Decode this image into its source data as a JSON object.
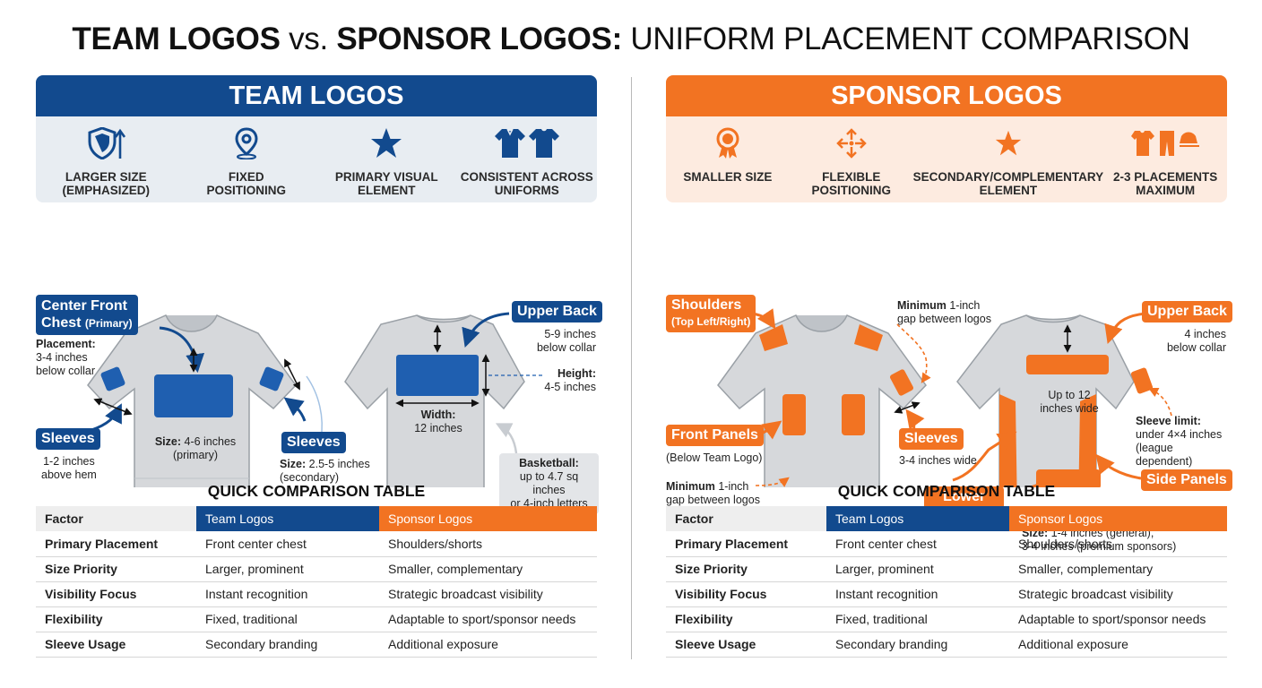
{
  "title": {
    "part1": "TEAM LOGOS",
    "part2": " vs. ",
    "part3": "SPONSOR LOGOS:",
    "part4": " UNIFORM PLACEMENT COMPARISON"
  },
  "colors": {
    "team": "#124a8e",
    "sponsor": "#f27322",
    "jersey": "#d6d8db"
  },
  "team": {
    "banner": "TEAM LOGOS",
    "features": [
      {
        "icon": "shield-arrow-icon",
        "label": "LARGER SIZE\n(EMPHASIZED)"
      },
      {
        "icon": "map-pin-icon",
        "label": "FIXED\nPOSITIONING"
      },
      {
        "icon": "star-icon",
        "label": "PRIMARY VISUAL\nELEMENT"
      },
      {
        "icon": "jerseys-icon",
        "label": "CONSISTENT ACROSS\nUNIFORMS"
      }
    ],
    "labels": {
      "chest": "Center Front",
      "chest2": "Chest",
      "chest_primary": "(Primary)",
      "placement_title": "Placement:",
      "placement_text": "3-4 inches\nbelow collar",
      "sleeves_left": "Sleeves",
      "sleeves_left_note": "1-2 inches\nabove hem",
      "size_title": "Size:",
      "size_text": " 4-6 inches\n(primary)",
      "sleeves_right": "Sleeves",
      "sleeves_size_title": "Size:",
      "sleeves_size_text": " 2.5-5 inches\n(secondary)",
      "upper_back": "Upper Back",
      "upper_back_note": "5-9 inches\nbelow collar",
      "height_title": "Height:",
      "height_text": "4-5 inches",
      "width_title": "Width:",
      "width_text": "12 inches",
      "basketball_title": "Basketball:",
      "basketball_text": "up to 4.7 sq inches\nor 4-inch letters"
    }
  },
  "sponsor": {
    "banner": "SPONSOR LOGOS",
    "features": [
      {
        "icon": "ribbon-icon",
        "label": "SMALLER SIZE"
      },
      {
        "icon": "move-arrows-icon",
        "label": "FLEXIBLE\nPOSITIONING"
      },
      {
        "icon": "star-icon",
        "label": "SECONDARY/COMPLEMENTARY\nELEMENT"
      },
      {
        "icon": "apparel-icon",
        "label": "2-3 PLACEMENTS\nMAXIMUM"
      }
    ],
    "labels": {
      "shoulders": "Shoulders",
      "shoulders_sub": "(Top Left/Right)",
      "min_gap_top_title": "Minimum",
      "min_gap_top_text": " 1-inch\ngap between logos",
      "front_panels": "Front Panels",
      "front_panels_note": "(Below Team Logo)",
      "min_gap_bottom_title": "Minimum",
      "min_gap_bottom_text": " 1-inch\ngap between logos",
      "sleeves": "Sleeves",
      "sleeves_note": "3-4 inches wide",
      "upper_back": "Upper Back",
      "upper_back_note": "4 inches\nbelow collar",
      "upper_back_width": "Up to 12\ninches wide",
      "sleeve_limit_title": "Sleeve limit:",
      "sleeve_limit_text": "under 4×4 inches\n(league dependent)",
      "side_panels": "Side Panels",
      "lower_back": "Lower\nBack/Hem",
      "lower_size_title": "Size:",
      "lower_size_text": " 1-4 inches (general),\n3-4 inches (premium sponsors)"
    }
  },
  "table": {
    "title": "QUICK COMPARISON TABLE",
    "headers": [
      "Factor",
      "Team Logos",
      "Sponsor Logos"
    ],
    "rows": [
      [
        "Primary Placement",
        "Front center chest",
        "Shoulders/shorts"
      ],
      [
        "Size Priority",
        "Larger, prominent",
        "Smaller, complementary"
      ],
      [
        "Visibility Focus",
        "Instant recognition",
        "Strategic broadcast visibility"
      ],
      [
        "Flexibility",
        "Fixed, traditional",
        "Adaptable to sport/sponsor needs"
      ],
      [
        "Sleeve Usage",
        "Secondary branding",
        "Additional exposure"
      ]
    ]
  }
}
